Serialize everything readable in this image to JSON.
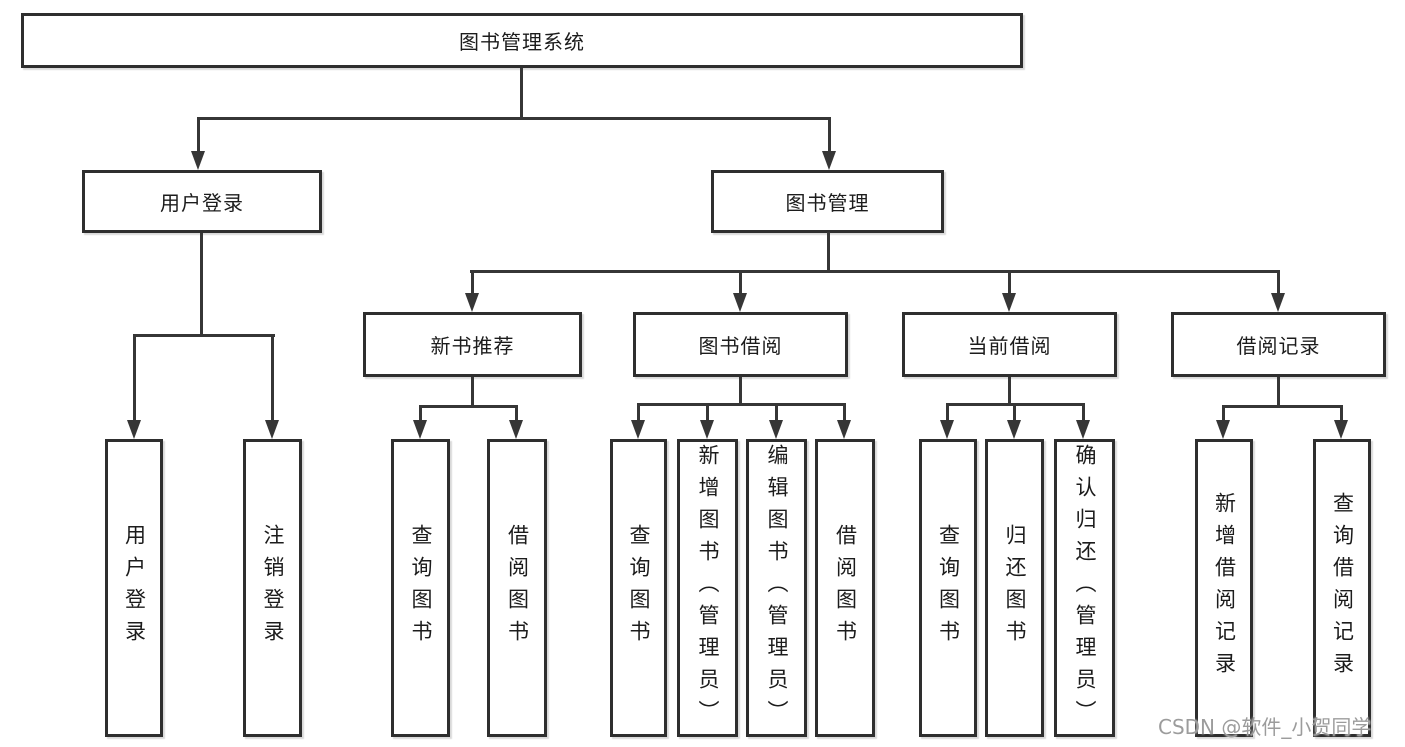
{
  "colors": {
    "line": "#363636",
    "box_border": "#2e2e2e",
    "text": "#1c1c1c",
    "watermark": "#9c9c9c",
    "background": "#ffffff"
  },
  "diagram": {
    "title": "图书管理系统",
    "level2": {
      "user_login": "用户登录",
      "book_mgmt": "图书管理"
    },
    "level3": {
      "new_book": "新书推荐",
      "borrow": "图书借阅",
      "current": "当前借阅",
      "records": "借阅记录"
    },
    "leaves": {
      "login": "用户登录",
      "logout": "注销登录",
      "nb_query": "查询图书",
      "nb_borrow": "借阅图书",
      "bw_query": "查询图书",
      "bw_add": "新增图书（管理员）",
      "bw_edit": "编辑图书（管理员）",
      "bw_borrow": "借阅图书",
      "cur_query": "查询图书",
      "cur_return": "归还图书",
      "cur_confirm": "确认归还（管理员）",
      "rec_add": "新增借阅记录",
      "rec_query": "查询借阅记录"
    }
  },
  "watermark": "CSDN @软件_小贺同学"
}
